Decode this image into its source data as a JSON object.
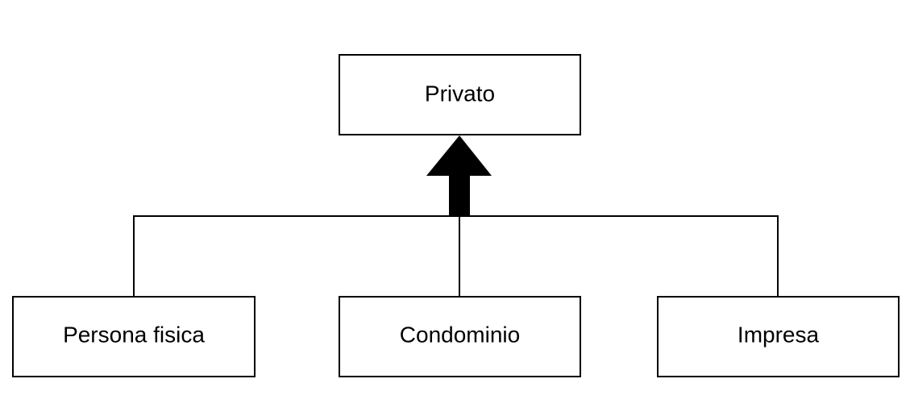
{
  "diagram": {
    "type": "hierarchy",
    "parent": {
      "label": "Privato"
    },
    "children": [
      {
        "label": "Persona fisica"
      },
      {
        "label": "Condominio"
      },
      {
        "label": "Impresa"
      }
    ],
    "colors": {
      "stroke": "#000000",
      "fill": "#ffffff",
      "arrow": "#000000"
    }
  }
}
